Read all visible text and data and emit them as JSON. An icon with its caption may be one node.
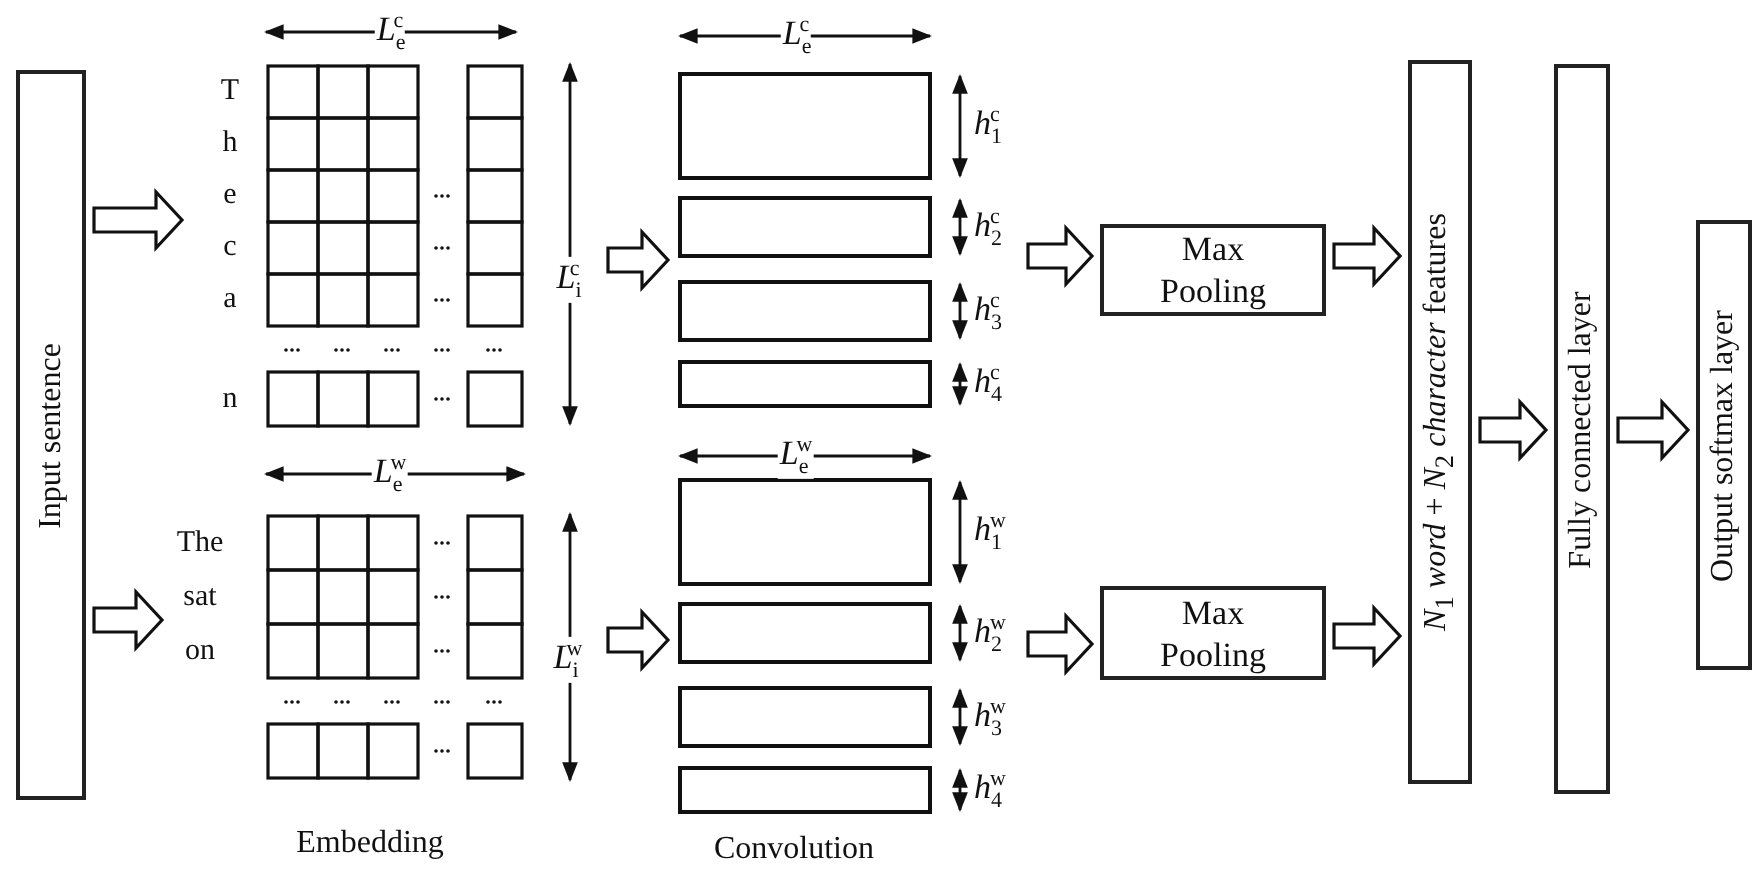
{
  "diagram": {
    "nodes": [
      {
        "text": [
          "Input sentence"
        ]
      },
      {
        "text": [],
        "shape": "grid",
        "beside": [
          "T",
          "h",
          "e",
          "c",
          "a",
          "n"
        ]
      },
      {
        "text": [],
        "shape": "grid",
        "beside": [
          "The",
          "sat",
          "on"
        ]
      },
      {
        "text": [],
        "shape": "box",
        "beside": [
          "*h*$_{1}$$^{c}$",
          "*h*$_{2}$$^{c}$",
          "*h*$_{3}$$^{c}$",
          "*h*$_{4}$$^{c}$"
        ]
      },
      {
        "text": [],
        "shape": "box",
        "beside": [
          "*h*$_{1}$$^{w}$",
          "*h*$_{2}$$^{w}$",
          "*h*$_{3}$$^{w}$",
          "*h*$_{4}$$^{w}$"
        ]
      },
      {
        "text": [
          "Max Pooling"
        ]
      },
      {
        "text": [
          "Max Pooling"
        ]
      },
      {
        "text": [
          "*N*$_{1}$ *word* + *N*$_{2}$ *character* features"
        ]
      },
      {
        "text": [
          "Fully connected layer"
        ]
      },
      {
        "text": [
          "Output softmax layer"
        ]
      }
    ],
    "edges": [
      {
        "from": 0,
        "to": 1,
        "arrow": "to"
      },
      {
        "from": 0,
        "to": 2,
        "arrow": "to"
      },
      {
        "from": 1,
        "to": 3,
        "arrow": "to"
      },
      {
        "from": 2,
        "to": 4,
        "arrow": "to"
      },
      {
        "from": 3,
        "to": 5,
        "arrow": "to"
      },
      {
        "from": 4,
        "to": 6,
        "arrow": "to"
      },
      {
        "from": 5,
        "to": 7,
        "arrow": "to"
      },
      {
        "from": 6,
        "to": 7,
        "arrow": "to"
      },
      {
        "from": 7,
        "to": 8,
        "arrow": "to"
      },
      {
        "from": 8,
        "to": 9,
        "arrow": "to"
      }
    ],
    "labels": [
      "*L*$_{e}$$^{c}$",
      "*L*$_{i}$$^{c}$",
      "*L*$_{e}$$^{w}$",
      "*L*$_{i}$$^{w}$",
      "Embedding",
      "*L*$_{e}$$^{c}$",
      "*L*$_{e}$$^{w}$",
      "Convolution"
    ]
  }
}
